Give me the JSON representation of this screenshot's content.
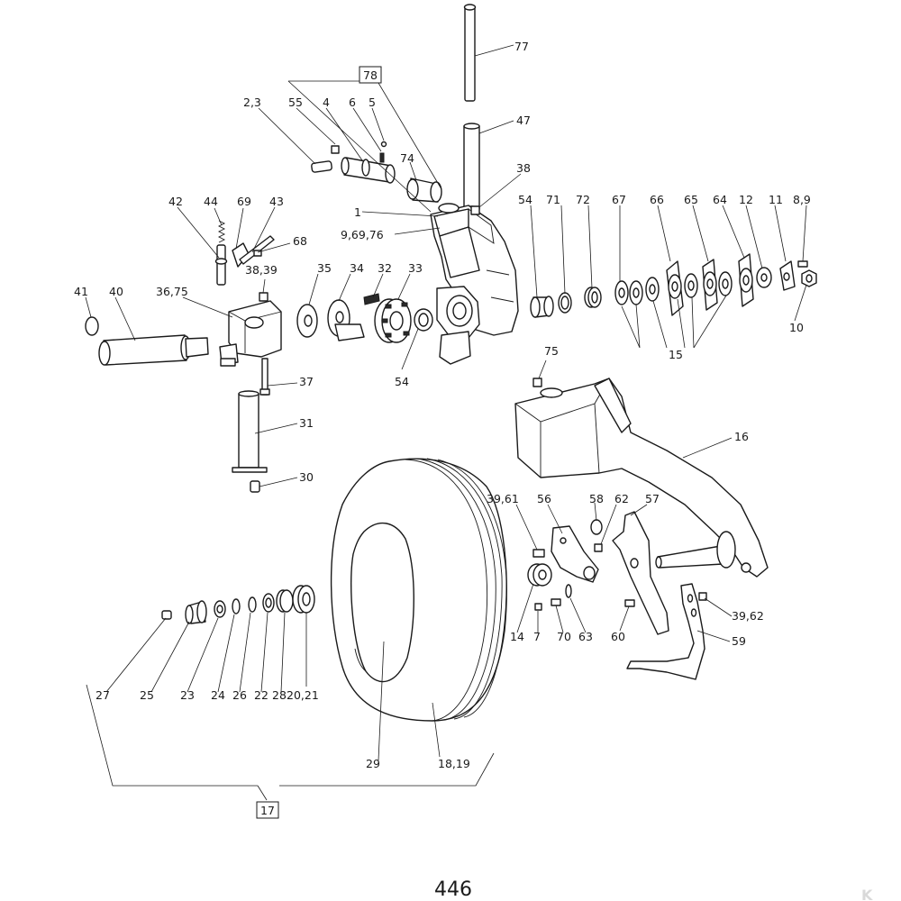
{
  "callouts": {
    "c77": "77",
    "c47": "47",
    "c78": "78",
    "c38": "38",
    "c23": "2,3",
    "c55": "55",
    "c4": "4",
    "c6": "6",
    "c5": "5",
    "c74": "74",
    "c1": "1",
    "c96976": "9,69,76",
    "c42": "42",
    "c44": "44",
    "c69": "69",
    "c43": "43",
    "c68": "68",
    "c54a": "54",
    "c71": "71",
    "c72": "72",
    "c67": "67",
    "c66": "66",
    "c65": "65",
    "c64": "64",
    "c12": "12",
    "c11": "11",
    "c89": "8,9",
    "c41": "41",
    "c40": "40",
    "c3675": "36,75",
    "c3839": "38,39",
    "c35": "35",
    "c34": "34",
    "c32": "32",
    "c33": "33",
    "c10": "10",
    "c15": "15",
    "c54b": "54",
    "c75": "75",
    "c37": "37",
    "c31": "31",
    "c16": "16",
    "c30": "30",
    "c3961": "39,61",
    "c56": "56",
    "c58": "58",
    "c62": "62",
    "c57": "57",
    "c3962": "39,62",
    "c14": "14",
    "c7": "7",
    "c70": "70",
    "c63": "63",
    "c60": "60",
    "c59": "59",
    "c27": "27",
    "c25": "25",
    "c23b": "23",
    "c24": "24",
    "c26": "26",
    "c22": "22",
    "c28": "28",
    "c2021": "20,21",
    "c29": "29",
    "c1819": "18,19",
    "c17": "17"
  },
  "page_number": "446",
  "logo_text": "K",
  "colors": {
    "ink": "#1a1a1a",
    "paper": "#ffffff",
    "logo": "#d9d9d9"
  }
}
